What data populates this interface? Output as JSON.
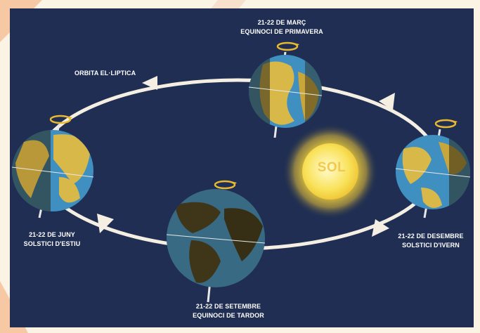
{
  "orbit_label": "ORBITA EL·LIPTICA",
  "sun_label": "SOL",
  "events": {
    "march": {
      "date": "21-22 DE MARÇ",
      "name": "EQUINOCI DE PRIMAVERA"
    },
    "june": {
      "date": "21-22 DE JUNY",
      "name": "SOLSTICI D'ESTIU"
    },
    "september": {
      "date": "21-22 DE SETEMBRE",
      "name": "EQUINOCI DE TARDOR"
    },
    "december": {
      "date": "21-22 DE DESEMBRE",
      "name": "SOLSTICI D'IVERN"
    }
  },
  "colors": {
    "background": "#1f2e52",
    "orbit": "#f4efe2",
    "sun": "#f7d93a",
    "ocean": "#3f8fc0",
    "land": "#d9b84a",
    "night_shade": "#2a2412"
  }
}
